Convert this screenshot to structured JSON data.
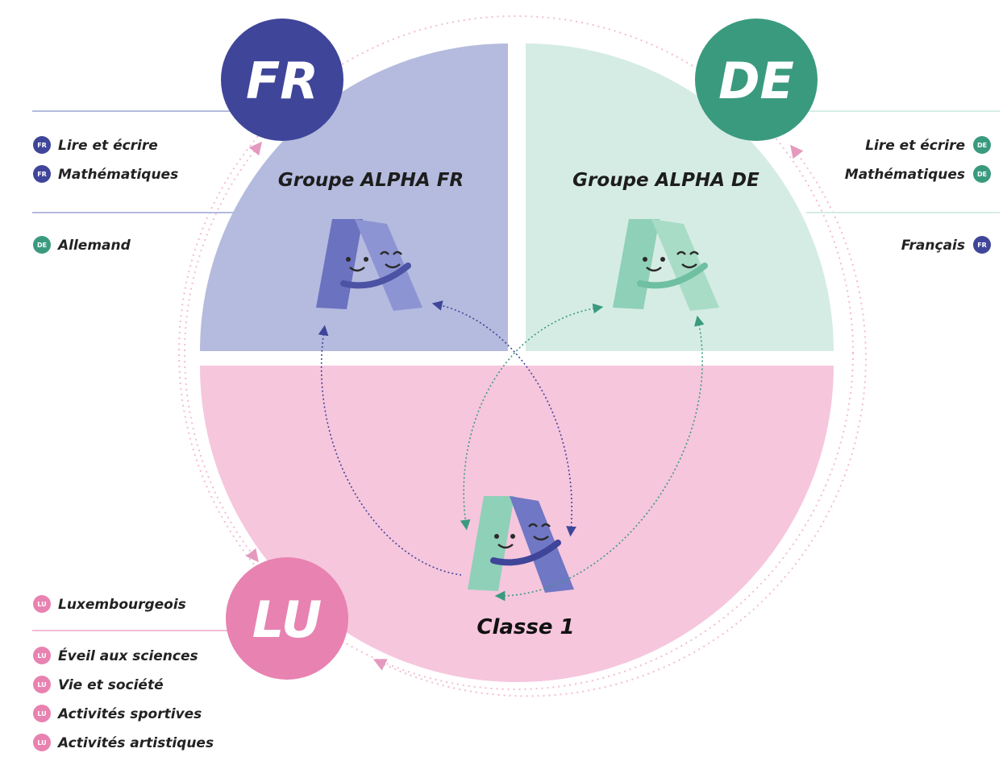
{
  "circles": {
    "fr": {
      "label": "FR",
      "color": "#3f4599"
    },
    "de": {
      "label": "DE",
      "color": "#3a9a7e"
    },
    "lu": {
      "label": "LU",
      "color": "#e882b1"
    }
  },
  "quadrant_colors": {
    "fr": "#b4bbde",
    "de": "#d5ece4",
    "lu": "#f6c6dd"
  },
  "groups": {
    "fr": {
      "title": "Groupe ALPHA FR"
    },
    "de": {
      "title": "Groupe ALPHA DE"
    },
    "class": {
      "title": "Classe 1"
    }
  },
  "left_subjects": {
    "fr_top": [
      {
        "badge": "FR",
        "label": "Lire et écrire"
      },
      {
        "badge": "FR",
        "label": "Mathématiques"
      }
    ],
    "fr_bottom": [
      {
        "badge": "DE",
        "label": "Allemand"
      }
    ],
    "lu_top": [
      {
        "badge": "LU",
        "label": "Luxembourgeois"
      }
    ],
    "lu_bottom": [
      {
        "badge": "LU",
        "label": "Éveil aux sciences"
      },
      {
        "badge": "LU",
        "label": "Vie et société"
      },
      {
        "badge": "LU",
        "label": "Activités sportives"
      },
      {
        "badge": "LU",
        "label": "Activités artistiques"
      }
    ]
  },
  "right_subjects": {
    "de_top": [
      {
        "badge": "DE",
        "label": "Lire et écrire"
      },
      {
        "badge": "DE",
        "label": "Mathématiques"
      }
    ],
    "de_bottom": [
      {
        "badge": "FR",
        "label": "Français"
      }
    ]
  }
}
